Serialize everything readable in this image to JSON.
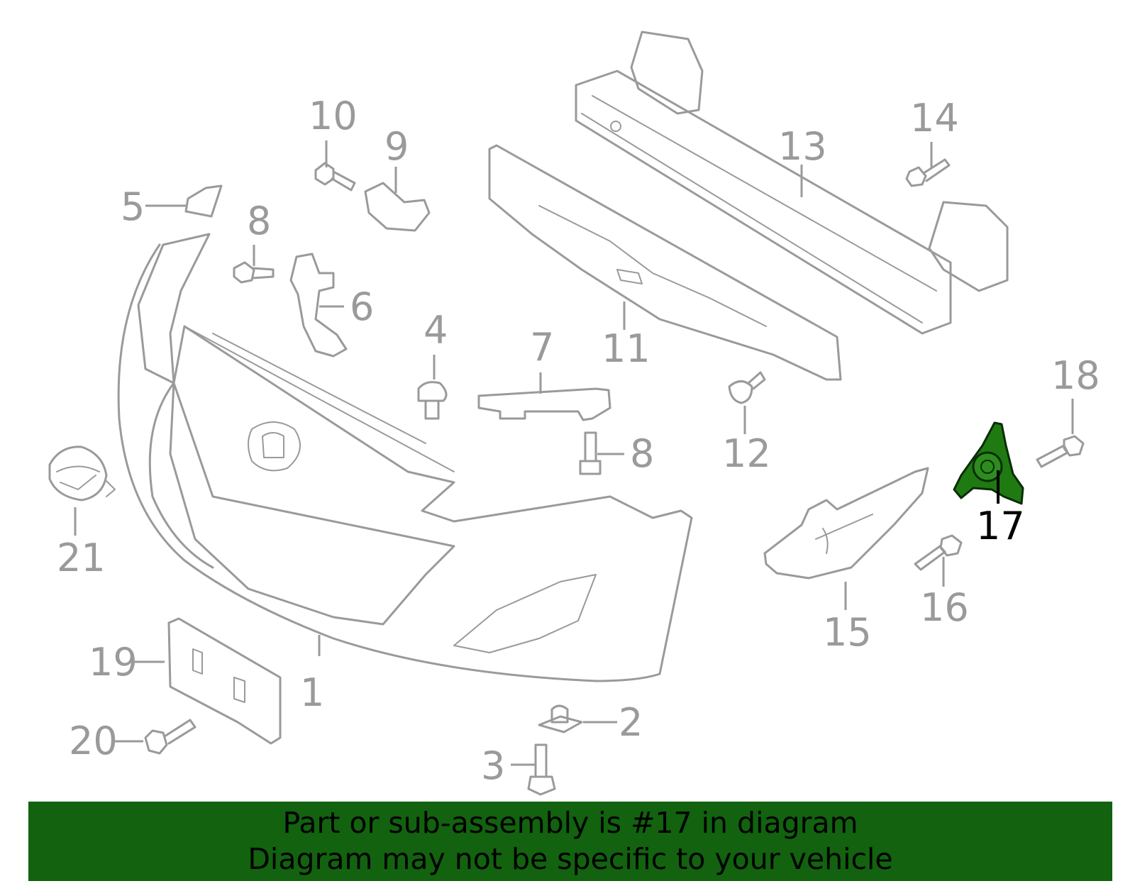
{
  "colors": {
    "part_outline": "#9a9a9a",
    "highlight_fill": "#1f7a12",
    "banner_background": "#12620f",
    "banner_text": "#000000"
  },
  "highlighted_part": "17",
  "callouts": {
    "c1": "1",
    "c2": "2",
    "c3": "3",
    "c4": "4",
    "c5": "5",
    "c6": "6",
    "c7": "7",
    "c8a": "8",
    "c8b": "8",
    "c9": "9",
    "c10": "10",
    "c11": "11",
    "c12": "12",
    "c13": "13",
    "c14": "14",
    "c15": "15",
    "c16": "16",
    "c17": "17",
    "c18": "18",
    "c19": "19",
    "c20": "20",
    "c21": "21"
  },
  "banner": {
    "line1": "Part or sub-assembly is #17 in diagram",
    "line2": "Diagram may not be specific to your vehicle"
  }
}
